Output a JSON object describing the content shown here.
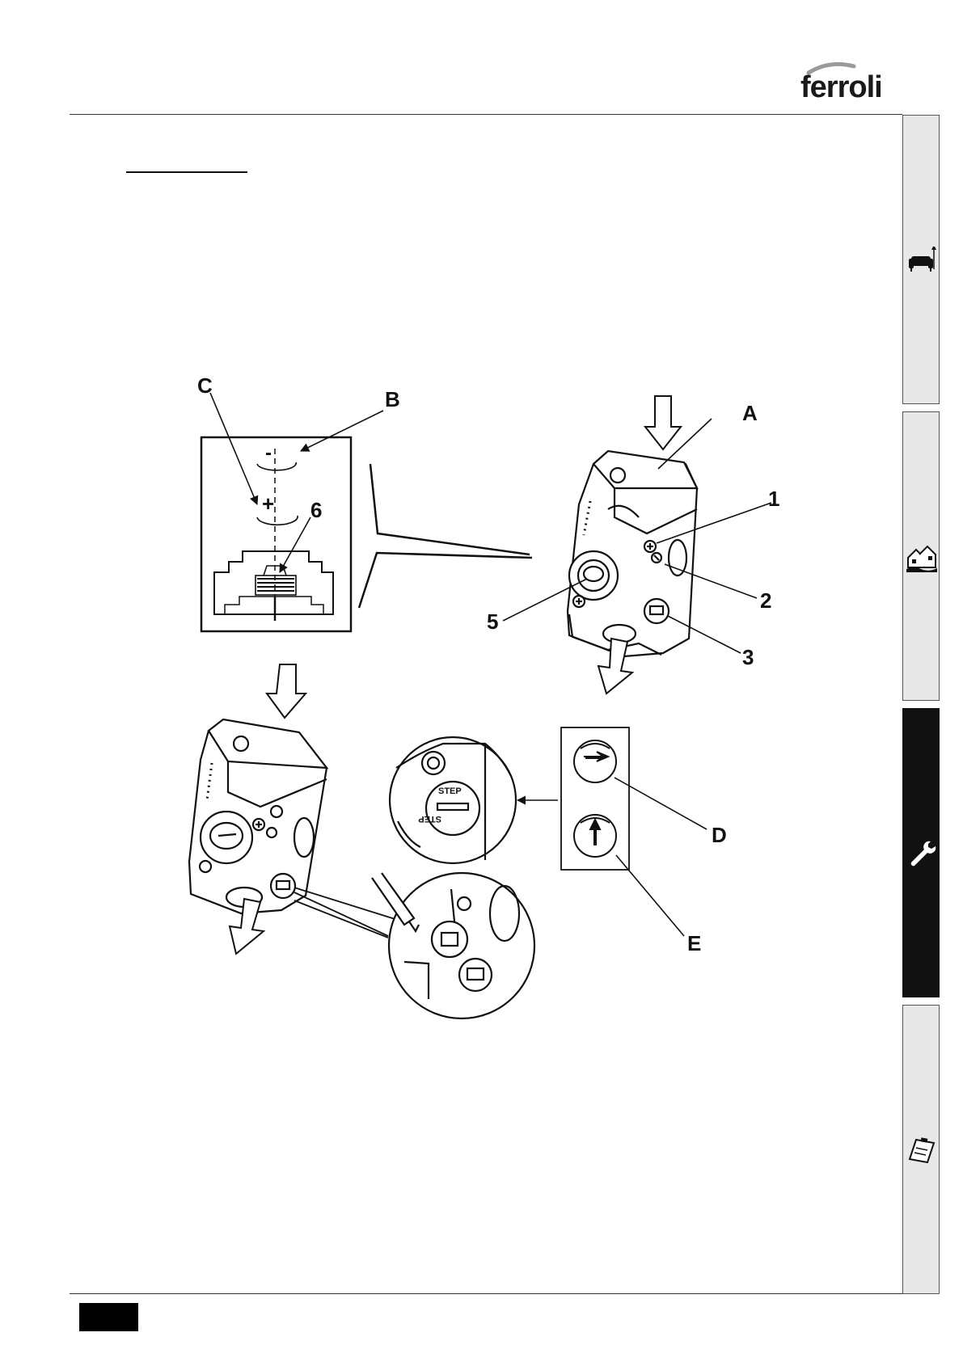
{
  "header": {
    "brand_logo_text": "ferroli"
  },
  "figure": {
    "callouts": {
      "A": "A",
      "B": "B",
      "C": "C",
      "D": "D",
      "E": "E",
      "n1": "1",
      "n2": "2",
      "n3": "3",
      "n5": "5",
      "n6": "6"
    },
    "detail_signs": {
      "minus": "-",
      "plus": "+"
    },
    "knob_labels": {
      "step_top": "STEP",
      "step_bottom": "STEP"
    }
  },
  "side_tabs": [
    {
      "icon": "armchair-icon",
      "active": false
    },
    {
      "icon": "houses-icon",
      "active": false
    },
    {
      "icon": "wrench-icon",
      "active": true
    },
    {
      "icon": "clipboard-icon",
      "active": false
    }
  ]
}
